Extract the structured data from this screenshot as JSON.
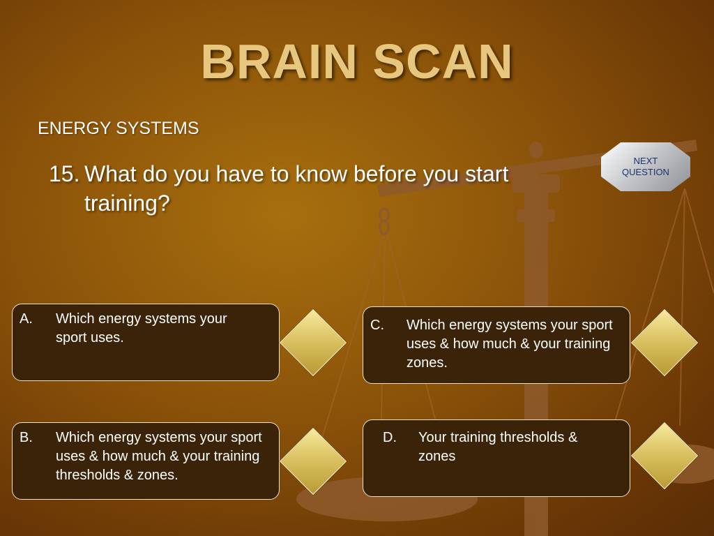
{
  "slide": {
    "title": "BRAIN SCAN",
    "subtitle": "ENERGY SYSTEMS",
    "question_number": "15.",
    "question_text": "What do you have to know before you start training?",
    "next_button": {
      "line1": "NEXT",
      "line2": "QUESTION"
    }
  },
  "answers": [
    {
      "letter": "A.",
      "text": "Which energy systems your sport uses."
    },
    {
      "letter": "B.",
      "text": "Which energy systems your sport uses & how much & your training thresholds & zones."
    },
    {
      "letter": "C.",
      "text": "Which energy systems your sport uses & how much & your training zones."
    },
    {
      "letter": "D.",
      "text": "Your training thresholds & zones"
    }
  ],
  "colors": {
    "title": "#e7c77d",
    "answer_box": "#3a2308",
    "diamond": "#dcc264",
    "next_text": "#1f2f73"
  }
}
